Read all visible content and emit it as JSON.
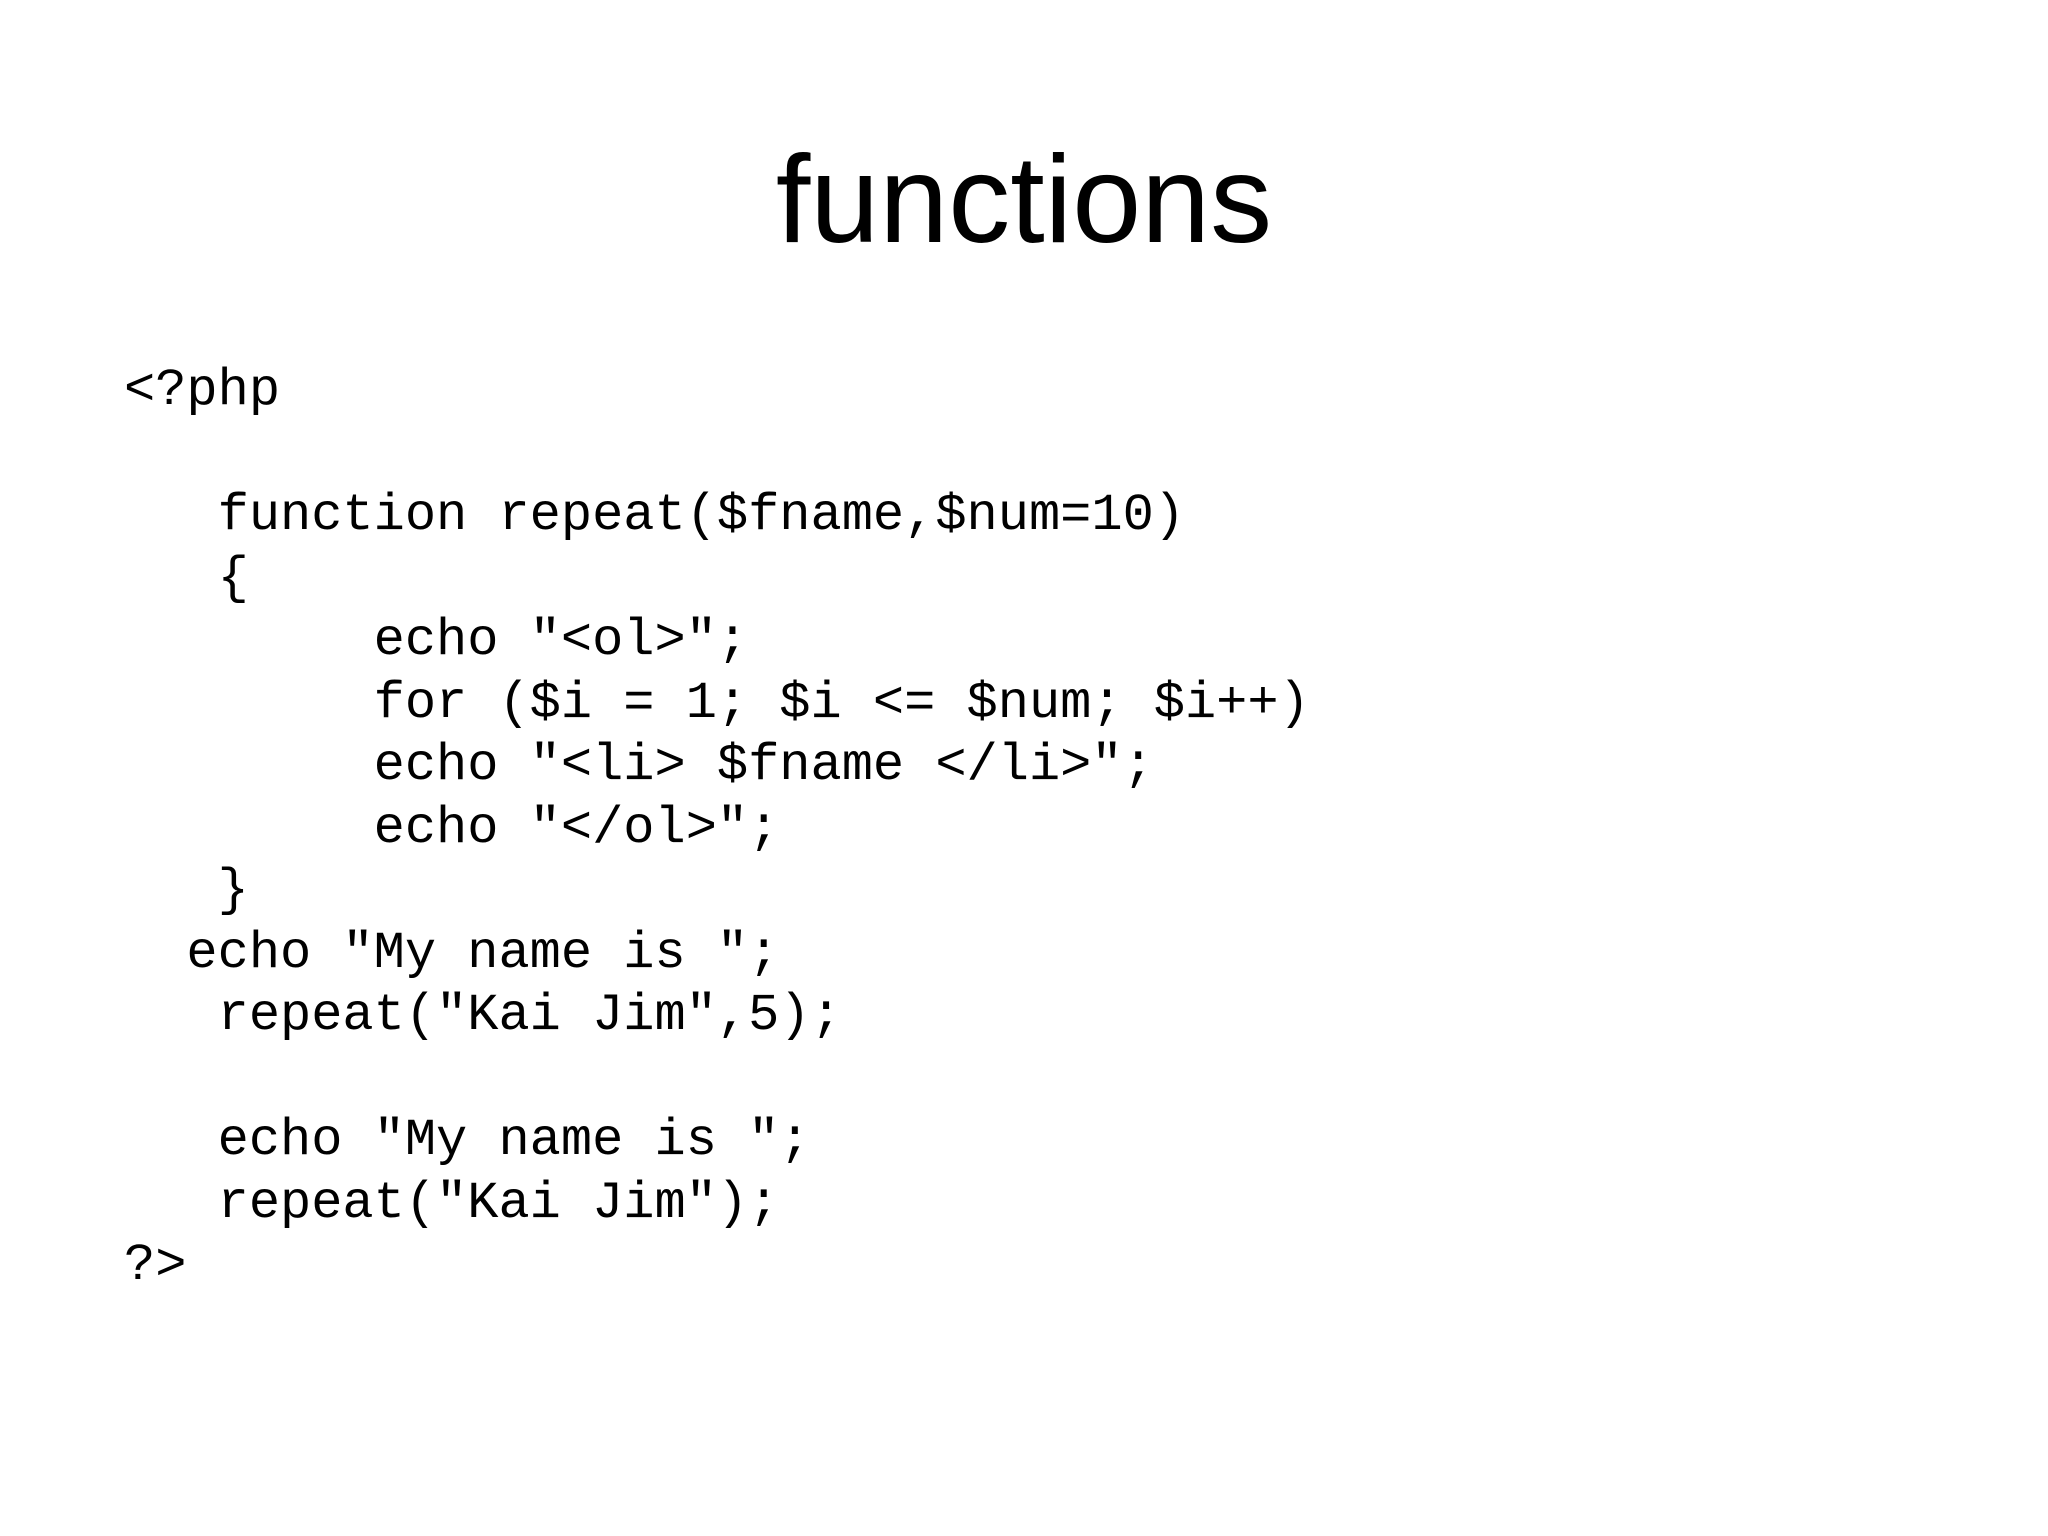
{
  "slide": {
    "title": "functions",
    "code_lines": [
      "<?php",
      "",
      "   function repeat($fname,$num=10)",
      "   {",
      "        echo \"<ol>\";",
      "        for ($i = 1; $i <= $num; $i++)",
      "        echo \"<li> $fname </li>\";",
      "        echo \"</ol>\";",
      "   }",
      "  echo \"My name is \";",
      "   repeat(\"Kai Jim\",5);",
      "",
      "   echo \"My name is \";",
      "   repeat(\"Kai Jim\");",
      "?>"
    ]
  }
}
